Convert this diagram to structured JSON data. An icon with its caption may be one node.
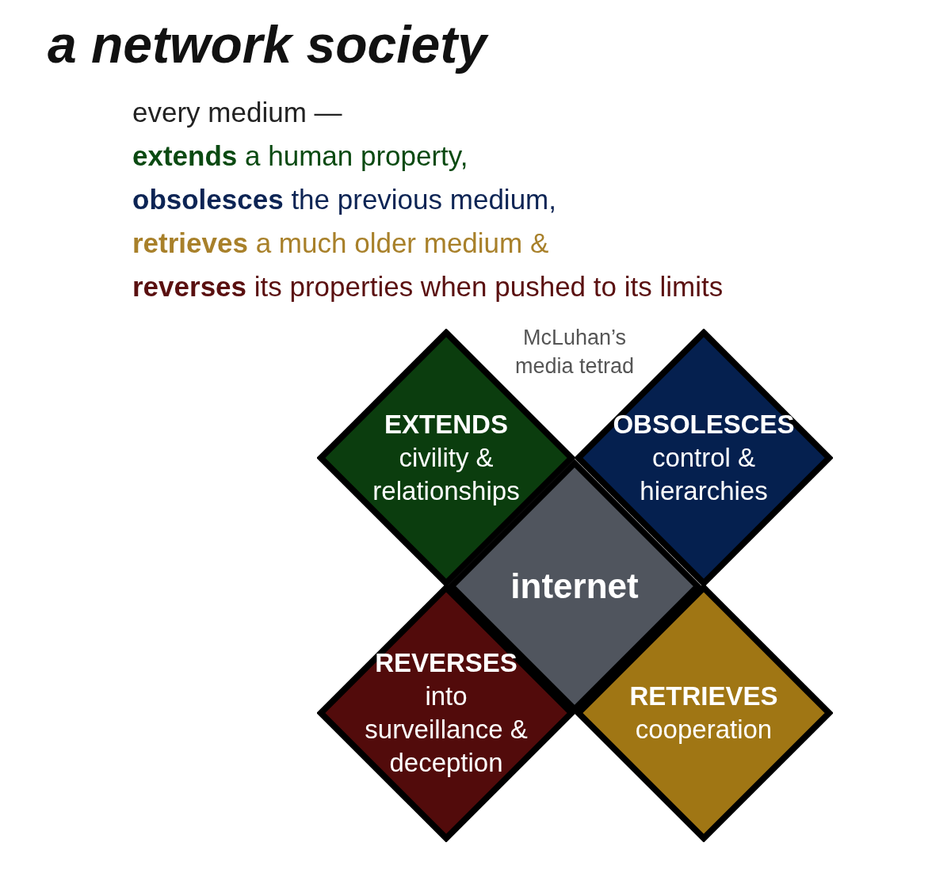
{
  "diagram": {
    "title": "a network society",
    "nodes": [
      {
        "text": [
          "EXTENDS",
          "civility & relationships"
        ]
      },
      {
        "text": [
          "OBSOLESCES",
          "control & hierarchies"
        ]
      },
      {
        "text": [
          "internet"
        ]
      },
      {
        "text": [
          "REVERSES",
          "into surveillance & deception"
        ]
      },
      {
        "text": [
          "RETRIEVES",
          "cooperation"
        ]
      }
    ],
    "edges": [],
    "labels": [
      "every medium —",
      "**extends** a human property,",
      "**obsolesces** the previous medium,",
      "**retrieves** a much older medium &",
      "**reverses** its properties when pushed to its limits",
      "McLuhan’s media tetrad"
    ]
  }
}
